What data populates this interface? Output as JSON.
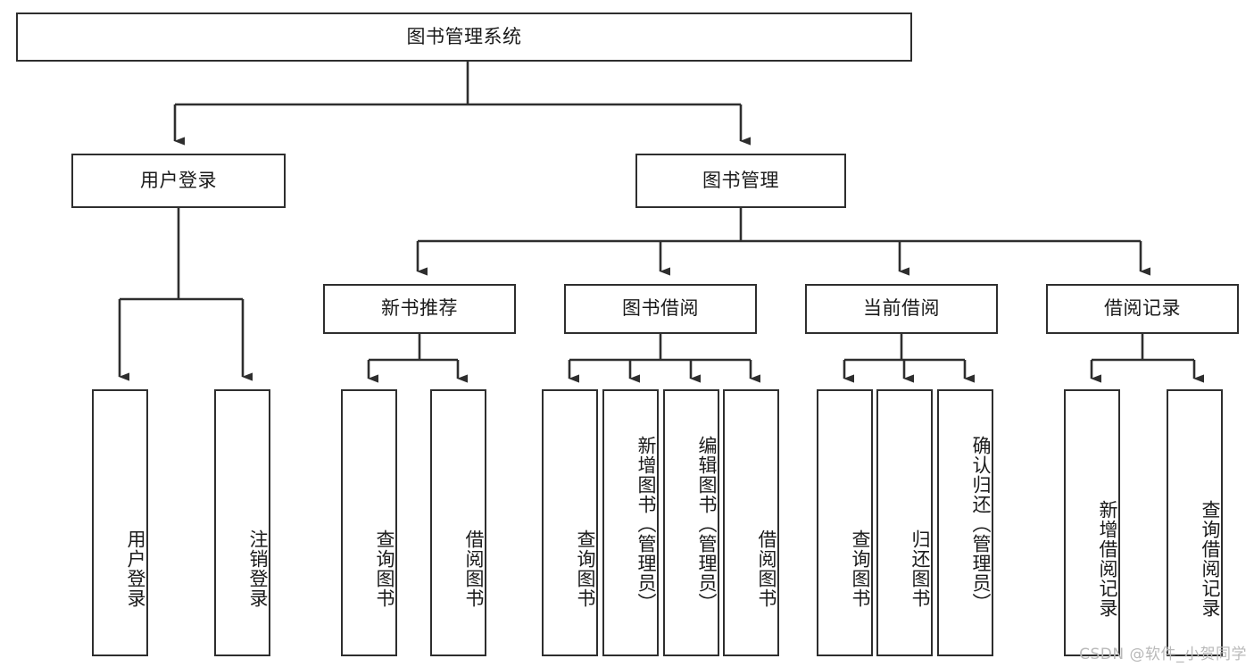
{
  "diagram": {
    "title": "图书管理系统",
    "type": "hierarchy-tree",
    "colors": {
      "box_border": "#2e2e2e",
      "box_fill": "#ffffff",
      "line": "#2e2e2e",
      "text": "#1a1a1a",
      "watermark": "#b9b9b9",
      "background": "#ffffff"
    },
    "levels": {
      "level1": [
        {
          "id": "root",
          "label": "图书管理系统"
        }
      ],
      "level2": [
        {
          "id": "user-login",
          "label": "用户登录"
        },
        {
          "id": "book-management",
          "label": "图书管理"
        }
      ],
      "level3": [
        {
          "id": "new-book-recommend",
          "label": "新书推荐"
        },
        {
          "id": "book-borrow",
          "label": "图书借阅"
        },
        {
          "id": "current-borrow",
          "label": "当前借阅"
        },
        {
          "id": "borrow-record",
          "label": "借阅记录"
        }
      ],
      "level4": [
        {
          "id": "leaf-user-login",
          "label": "用户登录",
          "parent": "user-login"
        },
        {
          "id": "leaf-logout-login",
          "label": "注销登录",
          "parent": "user-login"
        },
        {
          "id": "leaf-query-book-1",
          "label": "查询图书",
          "parent": "new-book-recommend"
        },
        {
          "id": "leaf-borrow-book-1",
          "label": "借阅图书",
          "parent": "new-book-recommend"
        },
        {
          "id": "leaf-query-book-2",
          "label": "查询图书",
          "parent": "book-borrow"
        },
        {
          "id": "leaf-add-book",
          "label": "新增图书（管理员）",
          "parent": "book-borrow"
        },
        {
          "id": "leaf-edit-book",
          "label": "编辑图书（管理员）",
          "parent": "book-borrow"
        },
        {
          "id": "leaf-borrow-book-2",
          "label": "借阅图书",
          "parent": "book-borrow"
        },
        {
          "id": "leaf-query-book-3",
          "label": "查询图书",
          "parent": "current-borrow"
        },
        {
          "id": "leaf-return-book",
          "label": "归还图书",
          "parent": "current-borrow"
        },
        {
          "id": "leaf-confirm-return",
          "label": "确认归还（管理员）",
          "parent": "current-borrow"
        },
        {
          "id": "leaf-add-record",
          "label": "新增借阅记录",
          "parent": "borrow-record"
        },
        {
          "id": "leaf-query-record",
          "label": "查询借阅记录",
          "parent": "borrow-record"
        }
      ]
    },
    "watermark": "CSDN @软件_小贺同学"
  }
}
